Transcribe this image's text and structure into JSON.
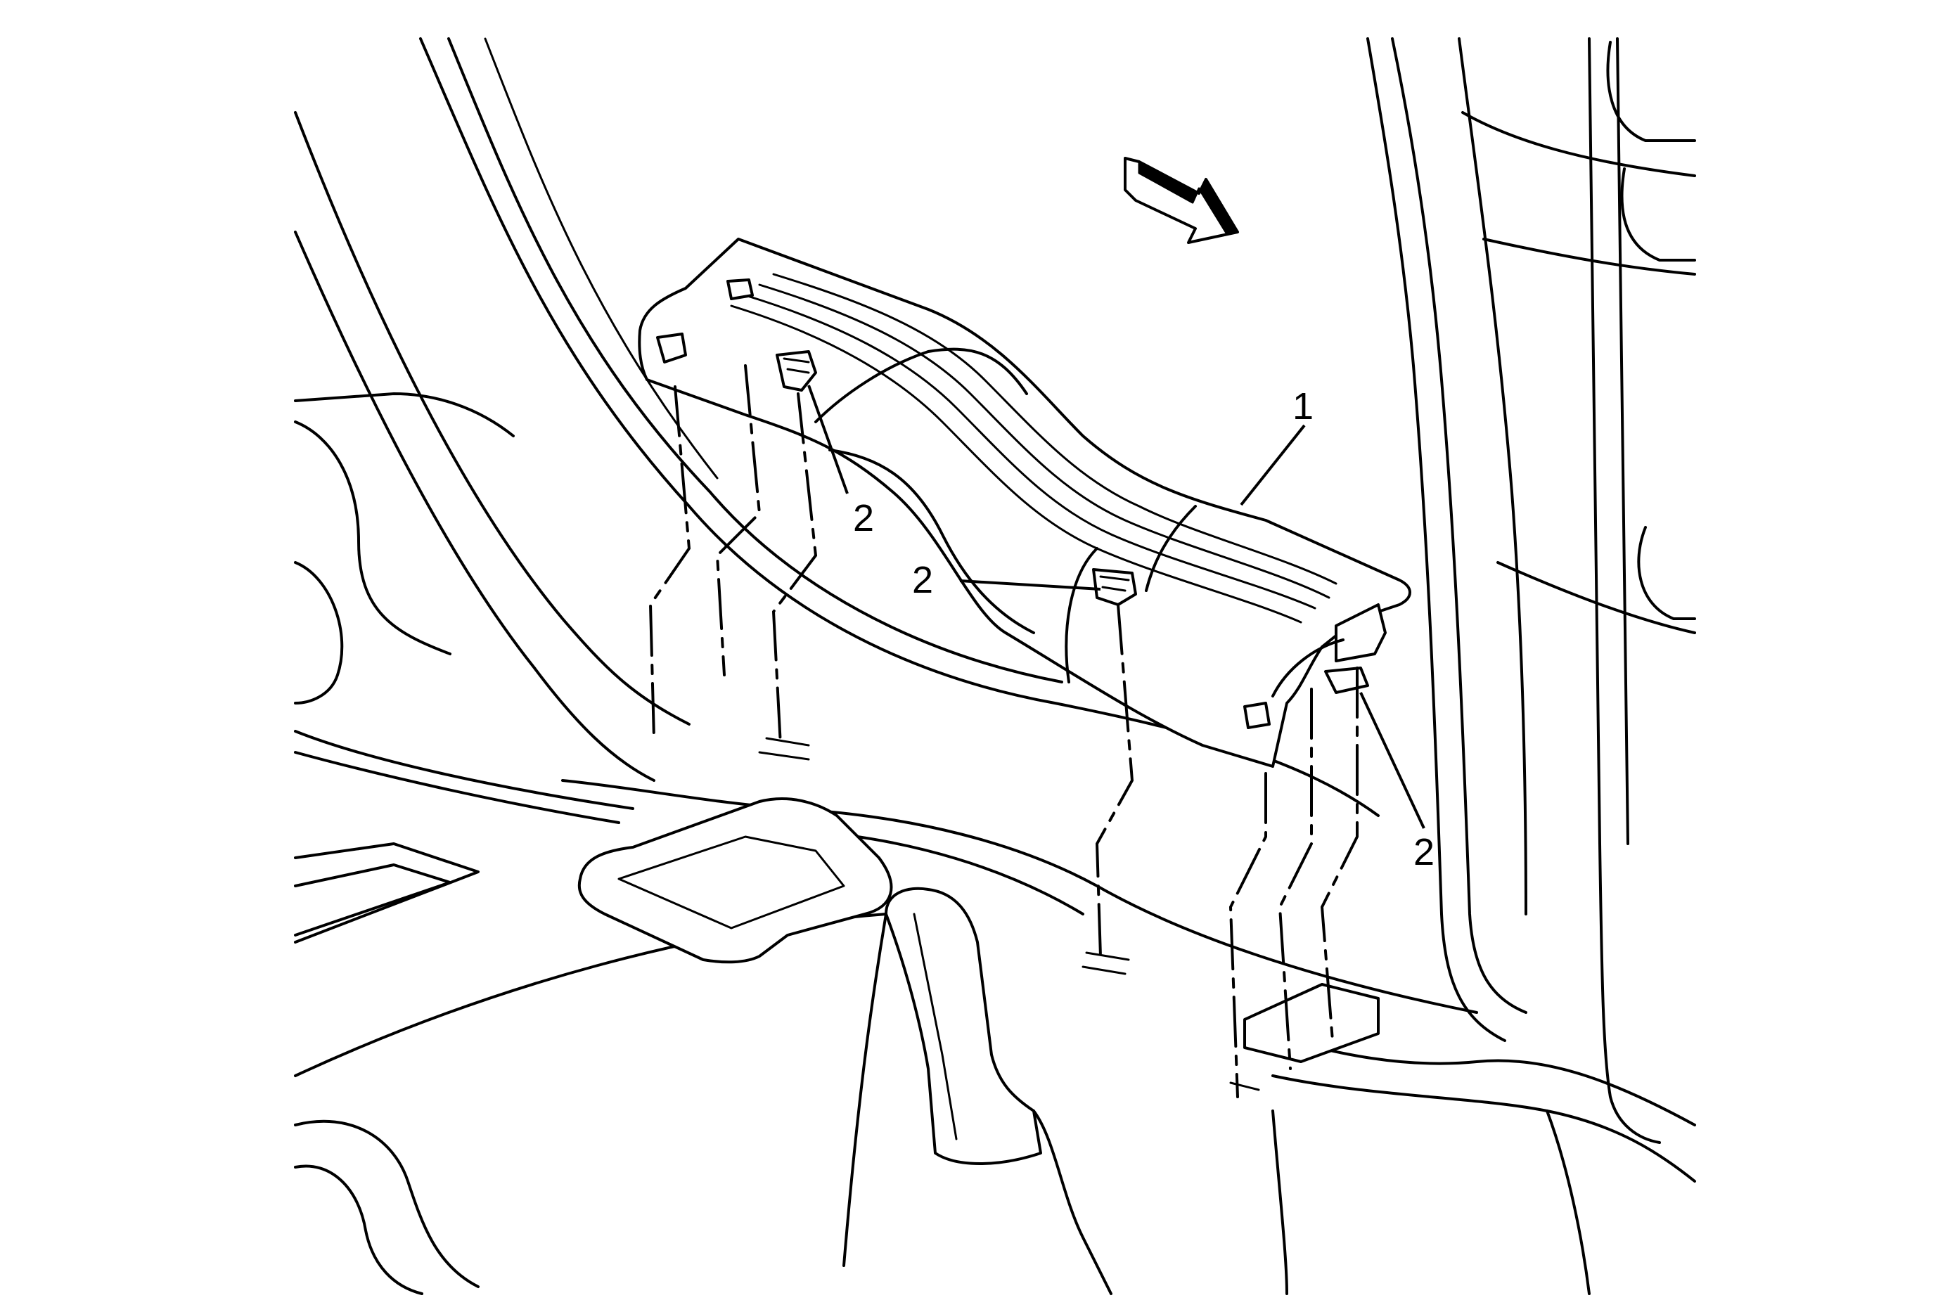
{
  "callouts": {
    "trim_panel": "1",
    "clip_upper": "2",
    "clip_center": "2",
    "clip_right": "2"
  },
  "icons": {
    "direction_arrow": "arrow-icon"
  },
  "colors": {
    "line": "#000000",
    "background": "#ffffff"
  }
}
